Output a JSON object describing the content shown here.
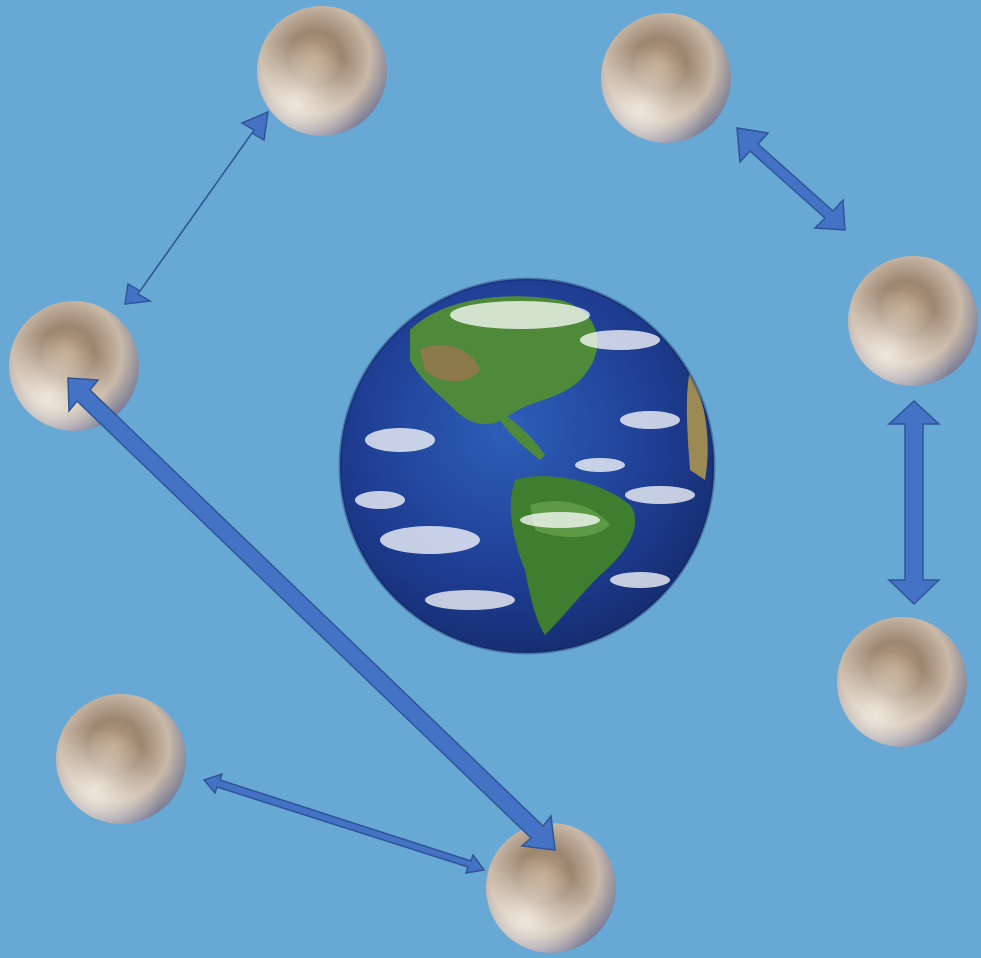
{
  "background_color": "#67a8d5",
  "arrow_color": "#4472c4",
  "arrow_stroke": "#2f5597",
  "earth": {
    "icon": "earth-globe-icon"
  },
  "moons": [
    {
      "id": "moon-top-left",
      "icon": "moon-icon"
    },
    {
      "id": "moon-top-right",
      "icon": "moon-icon"
    },
    {
      "id": "moon-left",
      "icon": "moon-icon"
    },
    {
      "id": "moon-right",
      "icon": "moon-icon"
    },
    {
      "id": "moon-lower-right",
      "icon": "moon-icon"
    },
    {
      "id": "moon-bottom-left",
      "icon": "moon-icon"
    },
    {
      "id": "moon-bottom-center",
      "icon": "moon-icon"
    }
  ],
  "arrows": [
    {
      "id": "arrow-left-to-top-left",
      "from": "moon-left",
      "to": "moon-top-left",
      "style": "double-headed"
    },
    {
      "id": "arrow-top-right-to-right",
      "from": "moon-top-right",
      "to": "moon-right",
      "style": "double-headed"
    },
    {
      "id": "arrow-right-to-lower-right",
      "from": "moon-right",
      "to": "moon-lower-right",
      "style": "double-headed"
    },
    {
      "id": "arrow-left-to-bottom-center",
      "from": "moon-left",
      "to": "moon-bottom-center",
      "style": "double-headed"
    },
    {
      "id": "arrow-bottom-left-to-bottom-center",
      "from": "moon-bottom-left",
      "to": "moon-bottom-center",
      "style": "double-headed"
    }
  ]
}
